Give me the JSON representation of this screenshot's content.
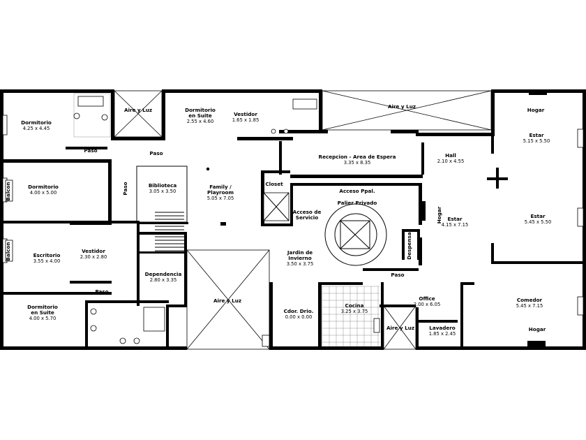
{
  "rooms": [
    {
      "id": "dormitorio-1",
      "name": "Dormitorio",
      "dims": "4.25 x 4.45"
    },
    {
      "id": "paso-1",
      "name": "Paso",
      "dims": ""
    },
    {
      "id": "aire-luz-1",
      "name": "Aire y Luz",
      "dims": ""
    },
    {
      "id": "paso-2",
      "name": "Paso",
      "dims": ""
    },
    {
      "id": "dormitorio-suite-1",
      "name": "Dormitorio\nen Suite",
      "dims": "2.55 x 4.60"
    },
    {
      "id": "vestidor-1",
      "name": "Vestidor",
      "dims": "1.65 x 1.85"
    },
    {
      "id": "aire-luz-2",
      "name": "Aire y Luz",
      "dims": ""
    },
    {
      "id": "hogar-1",
      "name": "Hogar",
      "dims": ""
    },
    {
      "id": "estar-1",
      "name": "Estar",
      "dims": "5.15 x 5.50"
    },
    {
      "id": "hall",
      "name": "Hall",
      "dims": "2.10 x 4.55"
    },
    {
      "id": "recepcion",
      "name": "Recepcion - Area de Espera",
      "dims": "3.35 x 8.35"
    },
    {
      "id": "dormitorio-2",
      "name": "Dormitorio",
      "dims": "4.00 x 5.00"
    },
    {
      "id": "balcon-1",
      "name": "Balcon",
      "dims": ""
    },
    {
      "id": "paso-3",
      "name": "Paso",
      "dims": ""
    },
    {
      "id": "biblioteca",
      "name": "Biblioteca",
      "dims": "3.05 x 3.50"
    },
    {
      "id": "family",
      "name": "Family /\nPlayroom",
      "dims": "5.05 x 7.05"
    },
    {
      "id": "closet",
      "name": "Closet",
      "dims": ""
    },
    {
      "id": "acceso-ppal",
      "name": "Acceso Ppal.",
      "dims": ""
    },
    {
      "id": "palier",
      "name": "Palier Privado",
      "dims": ""
    },
    {
      "id": "acceso-servicio",
      "name": "Acceso de\nServicio",
      "dims": ""
    },
    {
      "id": "hogar-2",
      "name": "Hogar",
      "dims": ""
    },
    {
      "id": "estar-2",
      "name": "Estar",
      "dims": "4.15 x 7.15"
    },
    {
      "id": "estar-3",
      "name": "Estar",
      "dims": "5.45 x 5.50"
    },
    {
      "id": "escritorio",
      "name": "Escritorio",
      "dims": "3.55 x 4.00"
    },
    {
      "id": "vestidor-2",
      "name": "Vestidor",
      "dims": "2.30 x 2.80"
    },
    {
      "id": "balcon-2",
      "name": "Balcon",
      "dims": ""
    },
    {
      "id": "dependencia",
      "name": "Dependencia",
      "dims": "2.80 x 3.35"
    },
    {
      "id": "jardin",
      "name": "Jardin de\nInvierno",
      "dims": "3.50 x 3.75"
    },
    {
      "id": "despensa",
      "name": "Despensa",
      "dims": ""
    },
    {
      "id": "paso-4",
      "name": "Paso",
      "dims": ""
    },
    {
      "id": "paso-5",
      "name": "Paso",
      "dims": ""
    },
    {
      "id": "dormitorio-suite-2",
      "name": "Dormitorio\nen Suite",
      "dims": "4.00 x 5.70"
    },
    {
      "id": "aire-luz-3",
      "name": "Aire y Luz",
      "dims": ""
    },
    {
      "id": "cdor-drio",
      "name": "Cdor. Drio.",
      "dims": "0.00 x 0.00"
    },
    {
      "id": "cocina",
      "name": "Cocina",
      "dims": "3.25 x 3.75"
    },
    {
      "id": "office",
      "name": "Office",
      "dims": "2.00 x 6.05"
    },
    {
      "id": "comedor",
      "name": "Comedor",
      "dims": "5.45 x 7.15"
    },
    {
      "id": "aire-luz-4",
      "name": "Aire y Luz",
      "dims": ""
    },
    {
      "id": "lavadero",
      "name": "Lavadero",
      "dims": "1.85 x 2.45"
    },
    {
      "id": "hogar-3",
      "name": "Hogar",
      "dims": ""
    }
  ]
}
